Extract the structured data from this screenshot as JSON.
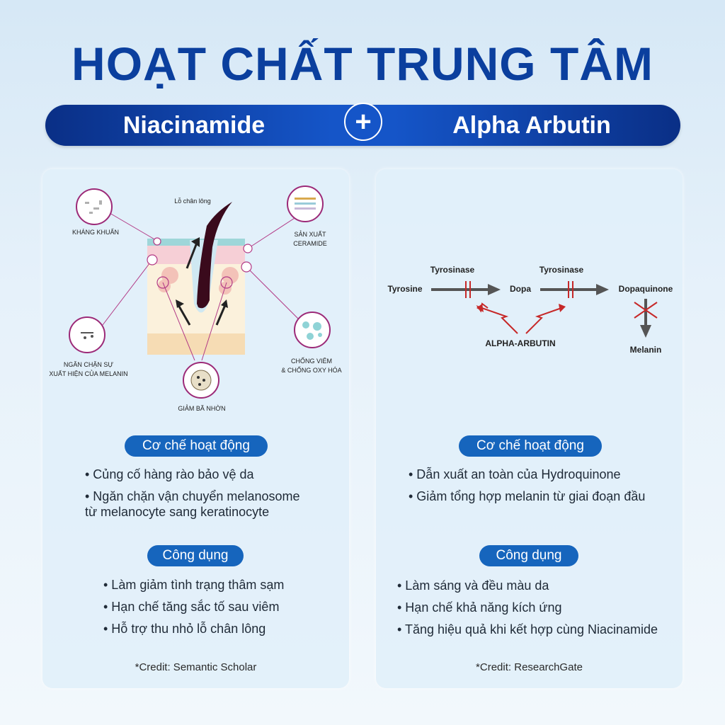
{
  "header": {
    "title": "HOẠT CHẤT TRUNG TÂM",
    "left_label": "Niacinamide",
    "plus": "+",
    "right_label": "Alpha Arbutin"
  },
  "niacinamide": {
    "diagram": {
      "pore": "Lỗ chân lông",
      "antibacterial": "KHÁNG KHUẨN",
      "ceramide_1": "SẢN XUẤT",
      "ceramide_2": "CERAMIDE",
      "melanin_1": "NGĂN CHẶN SỰ",
      "melanin_2": "XUẤT HIỆN CỦA MELANIN",
      "antiinflam_1": "CHỐNG VIÊM",
      "antiinflam_2": "& CHỐNG OXY HÓA",
      "sebum": "GIẢM BÃ NHỜN"
    },
    "mechanism_title": "Cơ chế hoạt động",
    "mechanism": [
      "• Củng cố hàng rào bảo vệ da",
      "• Ngăn chặn vận chuyển melanosome",
      "từ melanocyte sang keratinocyte"
    ],
    "uses_title": "Công dụng",
    "uses": [
      "• Làm giảm tình trạng thâm sạm",
      "• Hạn chế tăng sắc tố sau viêm",
      "• Hỗ trợ thu nhỏ lỗ chân lông"
    ],
    "credit": "*Credit: Semantic Scholar"
  },
  "arbutin": {
    "diagram": {
      "tyrosine": "Tyrosine",
      "tyrosinase_1": "Tyrosinase",
      "dopa": "Dopa",
      "tyrosinase_2": "Tyrosinase",
      "dopaquinone": "Dopaquinone",
      "alpha_arbutin": "ALPHA-ARBUTIN",
      "melanin": "Melanin"
    },
    "mechanism_title": "Cơ chế hoạt động",
    "mechanism": [
      "• Dẫn xuất an toàn của Hydroquinone",
      "• Giảm tổng hợp melanin từ giai đoạn đầu"
    ],
    "uses_title": "Công dụng",
    "uses": [
      "• Làm sáng và đều màu da",
      "• Hạn chế khả năng kích ứng",
      "• Tăng hiệu quả khi kết hợp cùng Niacinamide"
    ],
    "credit": "*Credit: ResearchGate"
  },
  "colors": {
    "title": "#0b3f9e",
    "banner": "#1555c8",
    "pill": "#1665bd",
    "magenta": "#9c2a78",
    "arrow_red": "#c62828"
  }
}
